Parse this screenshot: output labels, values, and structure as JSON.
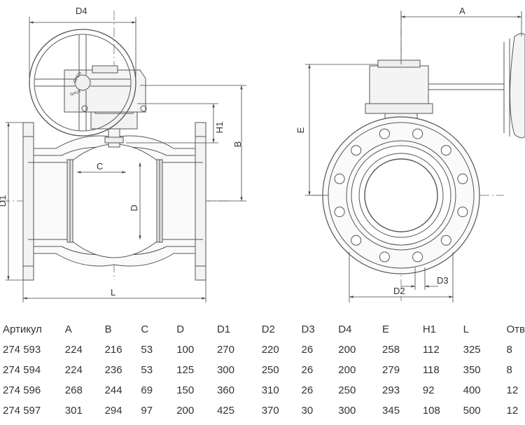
{
  "labels": {
    "d4": "D4",
    "a": "A",
    "h1": "H1",
    "b": "B",
    "e": "E",
    "c": "C",
    "d": "D",
    "d1": "D1",
    "l": "L",
    "d2": "D2",
    "d3": "D3"
  },
  "gear_marks": {
    "open": "OPEN",
    "shut": "SHUT"
  },
  "table": {
    "headers": [
      "Артикул",
      "A",
      "B",
      "C",
      "D",
      "D1",
      "D2",
      "D3",
      "D4",
      "E",
      "H1",
      "L",
      "Отв"
    ],
    "rows": [
      [
        "274 593",
        "224",
        "216",
        "53",
        "100",
        "270",
        "220",
        "26",
        "200",
        "258",
        "112",
        "325",
        "8"
      ],
      [
        "274 594",
        "224",
        "236",
        "53",
        "125",
        "300",
        "250",
        "26",
        "200",
        "279",
        "118",
        "350",
        "8"
      ],
      [
        "274 596",
        "268",
        "244",
        "69",
        "150",
        "360",
        "310",
        "26",
        "250",
        "293",
        "92",
        "400",
        "12"
      ],
      [
        "274 597",
        "301",
        "294",
        "97",
        "200",
        "425",
        "370",
        "30",
        "300",
        "345",
        "108",
        "500",
        "12"
      ]
    ]
  }
}
